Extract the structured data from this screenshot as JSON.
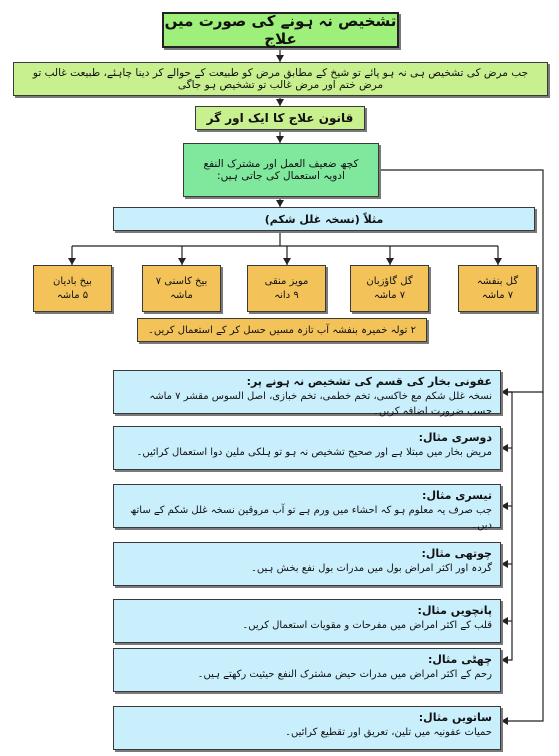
{
  "title": "تشخیص نہ ہونے کی صورت میں علاج",
  "banner": "جب مرض کی تشخیص ہی نہ ہو پائے تو شیخ کے مطابق مرض کو طبیعت کے حوالے کر دینا چاہئے، طبیعت غالب تو مرض ختم اور مرض غالب تو تشخیص ہو جاگی",
  "rule": "قانون علاج کا ایک اور گر",
  "intro": "کچھ ضعیف العمل اور مشترک النفع ادویہ استعمال کی جاتی ہیں:",
  "example": "مثلاً (نسخہ غلل شکم)",
  "herbs": [
    {
      "name": "گل بنفشہ",
      "qty": "۷ ماشہ"
    },
    {
      "name": "گل گاؤزبان",
      "qty": "۷ ماشہ"
    },
    {
      "name": "مویز منقی",
      "qty": "۹ دانہ"
    },
    {
      "name": "بیخ کاسنی ۷",
      "qty": "ماشہ"
    },
    {
      "name": "بیخ بادیان",
      "qty": "۵ ماشہ"
    }
  ],
  "note": "۲ تولہ خمیرہ بنفشہ آب تازہ مسیں حسل کر کے استعمال کریں۔",
  "cases": [
    {
      "heading": "عفونی بخار کی قسم کی تشخیص نہ ہونے پر:",
      "text": "نسخہ غلل شکم مع خاکسی، تخم خطمی، تخم خبازی، اصل السوس مقشر ۷ ماشہ حسب ضرورت اضافہ کریں۔"
    },
    {
      "heading": "دوسری مثال:",
      "text": "مریض بخار میں مبتلا ہے اور صحیح تشخیص نہ ہو تو ہلکی ملین دوا استعمال کرائیں۔"
    },
    {
      "heading": "تیسری مثال:",
      "text": "جب صرف یہ معلوم ہو کہ احشاء میں ورم ہے تو آب مروقین نسخہ غلل شکم کے ساتھ دیں۔"
    },
    {
      "heading": "چوتھی مثال:",
      "text": "گردہ اور اکثر امراض بول میں مدرات بول نفع بخش ہیں۔"
    },
    {
      "heading": "پانچویں مثال:",
      "text": "قلب کے اکثر امراض میں مفرحات و مقویات استعمال کریں۔"
    },
    {
      "heading": "چھٹی مثال:",
      "text": "رحم کے اکثر امراض میں مدرات حیض مشترک النفع حیثیت رکھتے ہیں۔"
    },
    {
      "heading": "ساتویں مثال:",
      "text": "حمیات عفونیہ میں تلین، تعریق اور تقطیع کرائیں۔"
    }
  ]
}
